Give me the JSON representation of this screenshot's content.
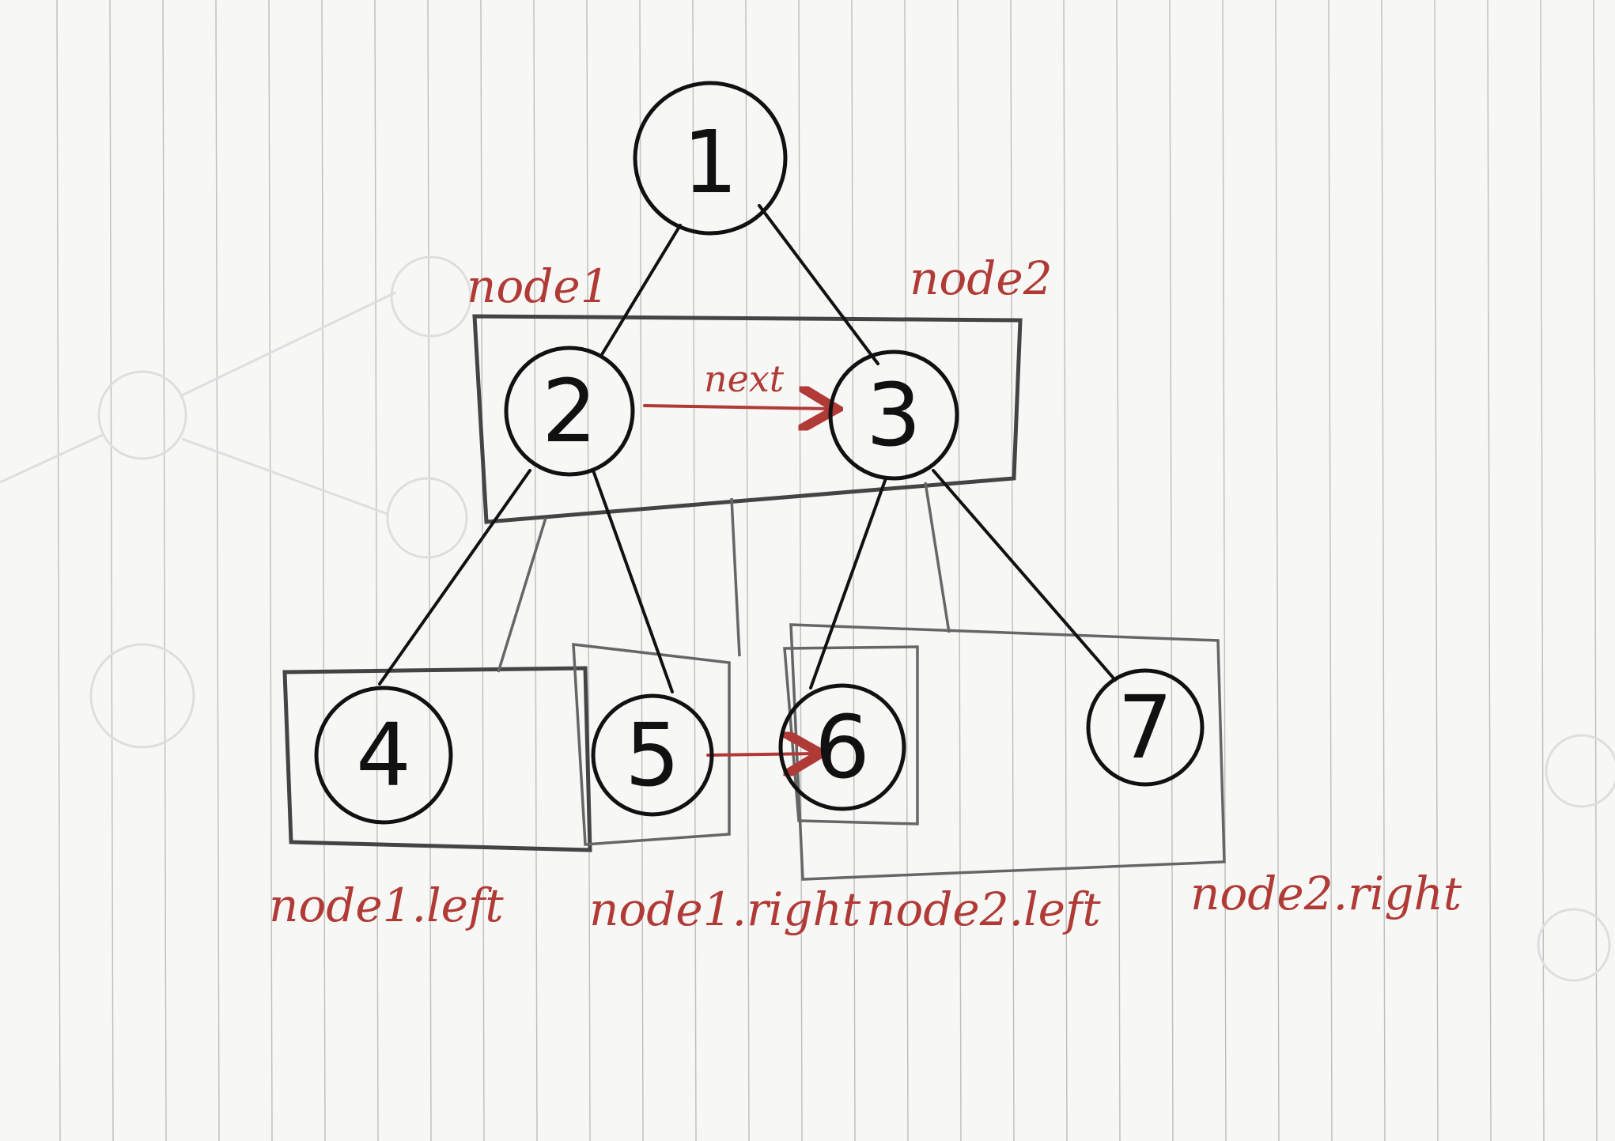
{
  "diagram": {
    "nodes": [
      {
        "id": "n1",
        "label": "1"
      },
      {
        "id": "n2",
        "label": "2"
      },
      {
        "id": "n3",
        "label": "3"
      },
      {
        "id": "n4",
        "label": "4"
      },
      {
        "id": "n5",
        "label": "5"
      },
      {
        "id": "n6",
        "label": "6"
      },
      {
        "id": "n7",
        "label": "7"
      }
    ],
    "edges": [
      {
        "from": "1",
        "to": "2"
      },
      {
        "from": "1",
        "to": "3"
      },
      {
        "from": "2",
        "to": "4"
      },
      {
        "from": "2",
        "to": "5"
      },
      {
        "from": "3",
        "to": "6"
      },
      {
        "from": "3",
        "to": "7"
      }
    ],
    "pointer_links": [
      {
        "from": "2",
        "to": "3",
        "label": "next"
      },
      {
        "from": "5",
        "to": "6",
        "label": ""
      }
    ],
    "annotations": {
      "node1": "node1",
      "node2": "node2",
      "node1_left": "node1.left",
      "node1_right": "node1.right",
      "node2_left": "node2.left",
      "node2_right": "node2.right",
      "next": "next"
    },
    "colors": {
      "ink": "#111111",
      "annotation_red": "#b03a36",
      "box_gray": "#444444",
      "paper": "#f7f7f5",
      "rule_lines": "#bdbdbd"
    }
  }
}
